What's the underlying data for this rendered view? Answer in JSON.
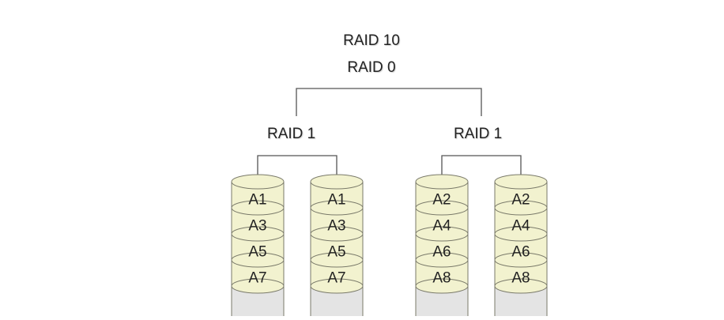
{
  "title": {
    "top": "RAID 10",
    "level": "RAID 0"
  },
  "groups": [
    {
      "label": "RAID 1"
    },
    {
      "label": "RAID 1"
    }
  ],
  "disks": [
    {
      "group": 0,
      "blocks": [
        "A1",
        "A3",
        "A5",
        "A7"
      ]
    },
    {
      "group": 0,
      "blocks": [
        "A1",
        "A3",
        "A5",
        "A7"
      ]
    },
    {
      "group": 1,
      "blocks": [
        "A2",
        "A4",
        "A6",
        "A8"
      ]
    },
    {
      "group": 1,
      "blocks": [
        "A2",
        "A4",
        "A6",
        "A8"
      ]
    }
  ],
  "colors": {
    "block_fill": "#f2f2cf",
    "block_stroke": "#7a7a6a",
    "empty_fill": "#e4e4e4",
    "line": "#555555"
  }
}
